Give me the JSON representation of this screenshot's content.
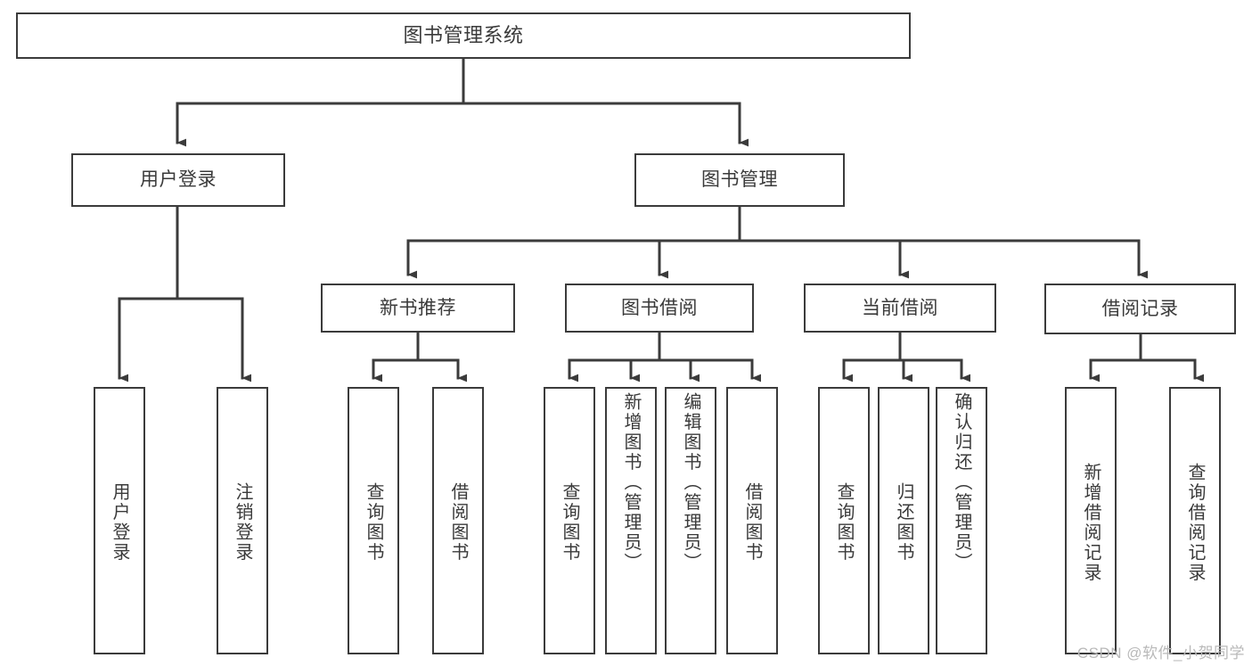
{
  "diagram": {
    "title": "图书管理系统",
    "stroke_color": "#3b3b3b",
    "text_color": "#3a3a3a",
    "background_color": "#ffffff",
    "watermark": "CSDN @软件_小贺同学",
    "watermark_color": "#b9b9b9",
    "nodes": {
      "root": "图书管理系统",
      "level1": {
        "user_login": "用户登录",
        "book_manage": "图书管理"
      },
      "level2": {
        "new_book_recommend": "新书推荐",
        "book_borrow": "图书借阅",
        "current_borrow": "当前借阅",
        "borrow_record": "借阅记录"
      },
      "leaves": {
        "user_login_1": "用户登录",
        "user_login_2": "注销登录",
        "recommend_1": "查询图书",
        "recommend_2": "借阅图书",
        "borrow_1": "查询图书",
        "borrow_2": "新增图书（管理员）",
        "borrow_3": "编辑图书（管理员）",
        "borrow_4": "借阅图书",
        "current_1": "查询图书",
        "current_2": "归还图书",
        "current_3": "确认归还（管理员）",
        "record_1": "新增借阅记录",
        "record_2": "查询借阅记录"
      }
    }
  }
}
